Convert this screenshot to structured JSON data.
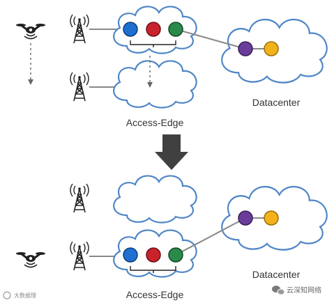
{
  "diagram": {
    "top": {
      "edge_label": "Access-Edge",
      "dc_label": "Datacenter"
    },
    "bottom": {
      "edge_label": "Access-Edge",
      "dc_label": "Datacenter"
    }
  },
  "watermark": {
    "left_text": "大数据理",
    "right_text": "云深知网络"
  },
  "colors": {
    "cloud_stroke": "#4f86c6",
    "node_blue": "#1f6fd1",
    "node_red": "#c8232c",
    "node_green": "#2a8a4a",
    "node_purple": "#6a3d9a",
    "node_orange": "#f2b21b",
    "arrow": "#404040"
  }
}
